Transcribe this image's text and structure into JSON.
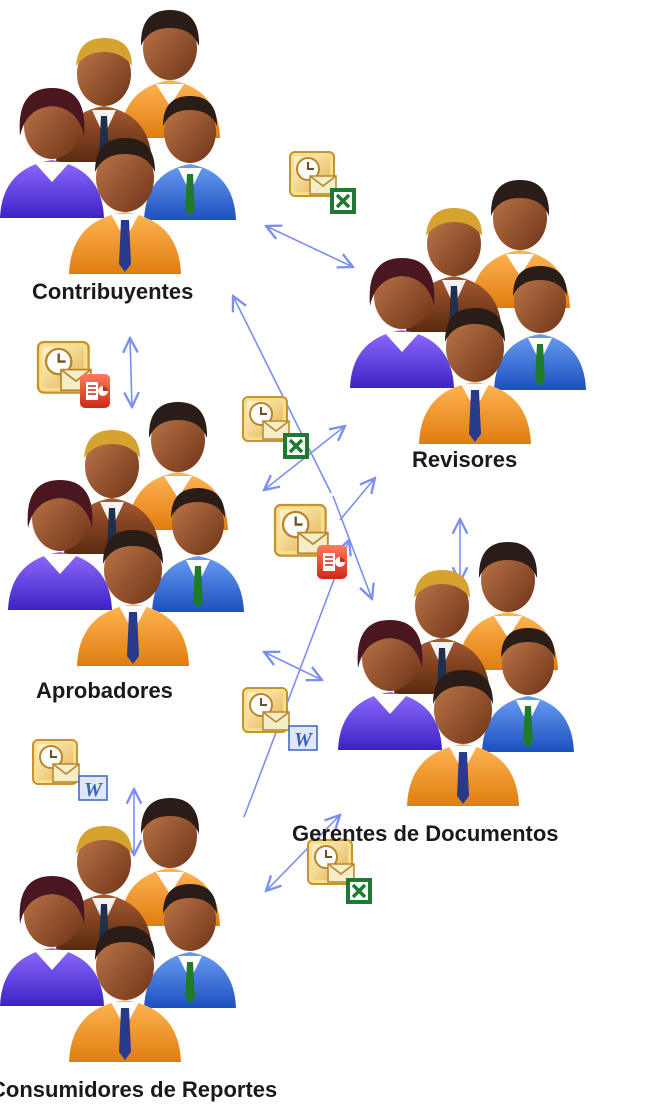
{
  "groups": {
    "contribuyentes": "Contribuyentes",
    "revisores": "Revisores",
    "aprobadores": "Aprobadores",
    "gerentes": "Gerentes de Documentos",
    "consumidores": "Consumidores de Reportes"
  },
  "icons": [
    "calendar-mail-icon",
    "excel-icon",
    "powerpoint-icon",
    "word-icon",
    "people-group-icon"
  ],
  "colors": {
    "arrow": "#7b8ff0",
    "excel": "#1e7a32",
    "word": "#3a62b8",
    "powerpoint": "#e0452e",
    "outlook": "#e9c25a",
    "skin": "#8a4a24",
    "hair": "#2a1c17"
  }
}
